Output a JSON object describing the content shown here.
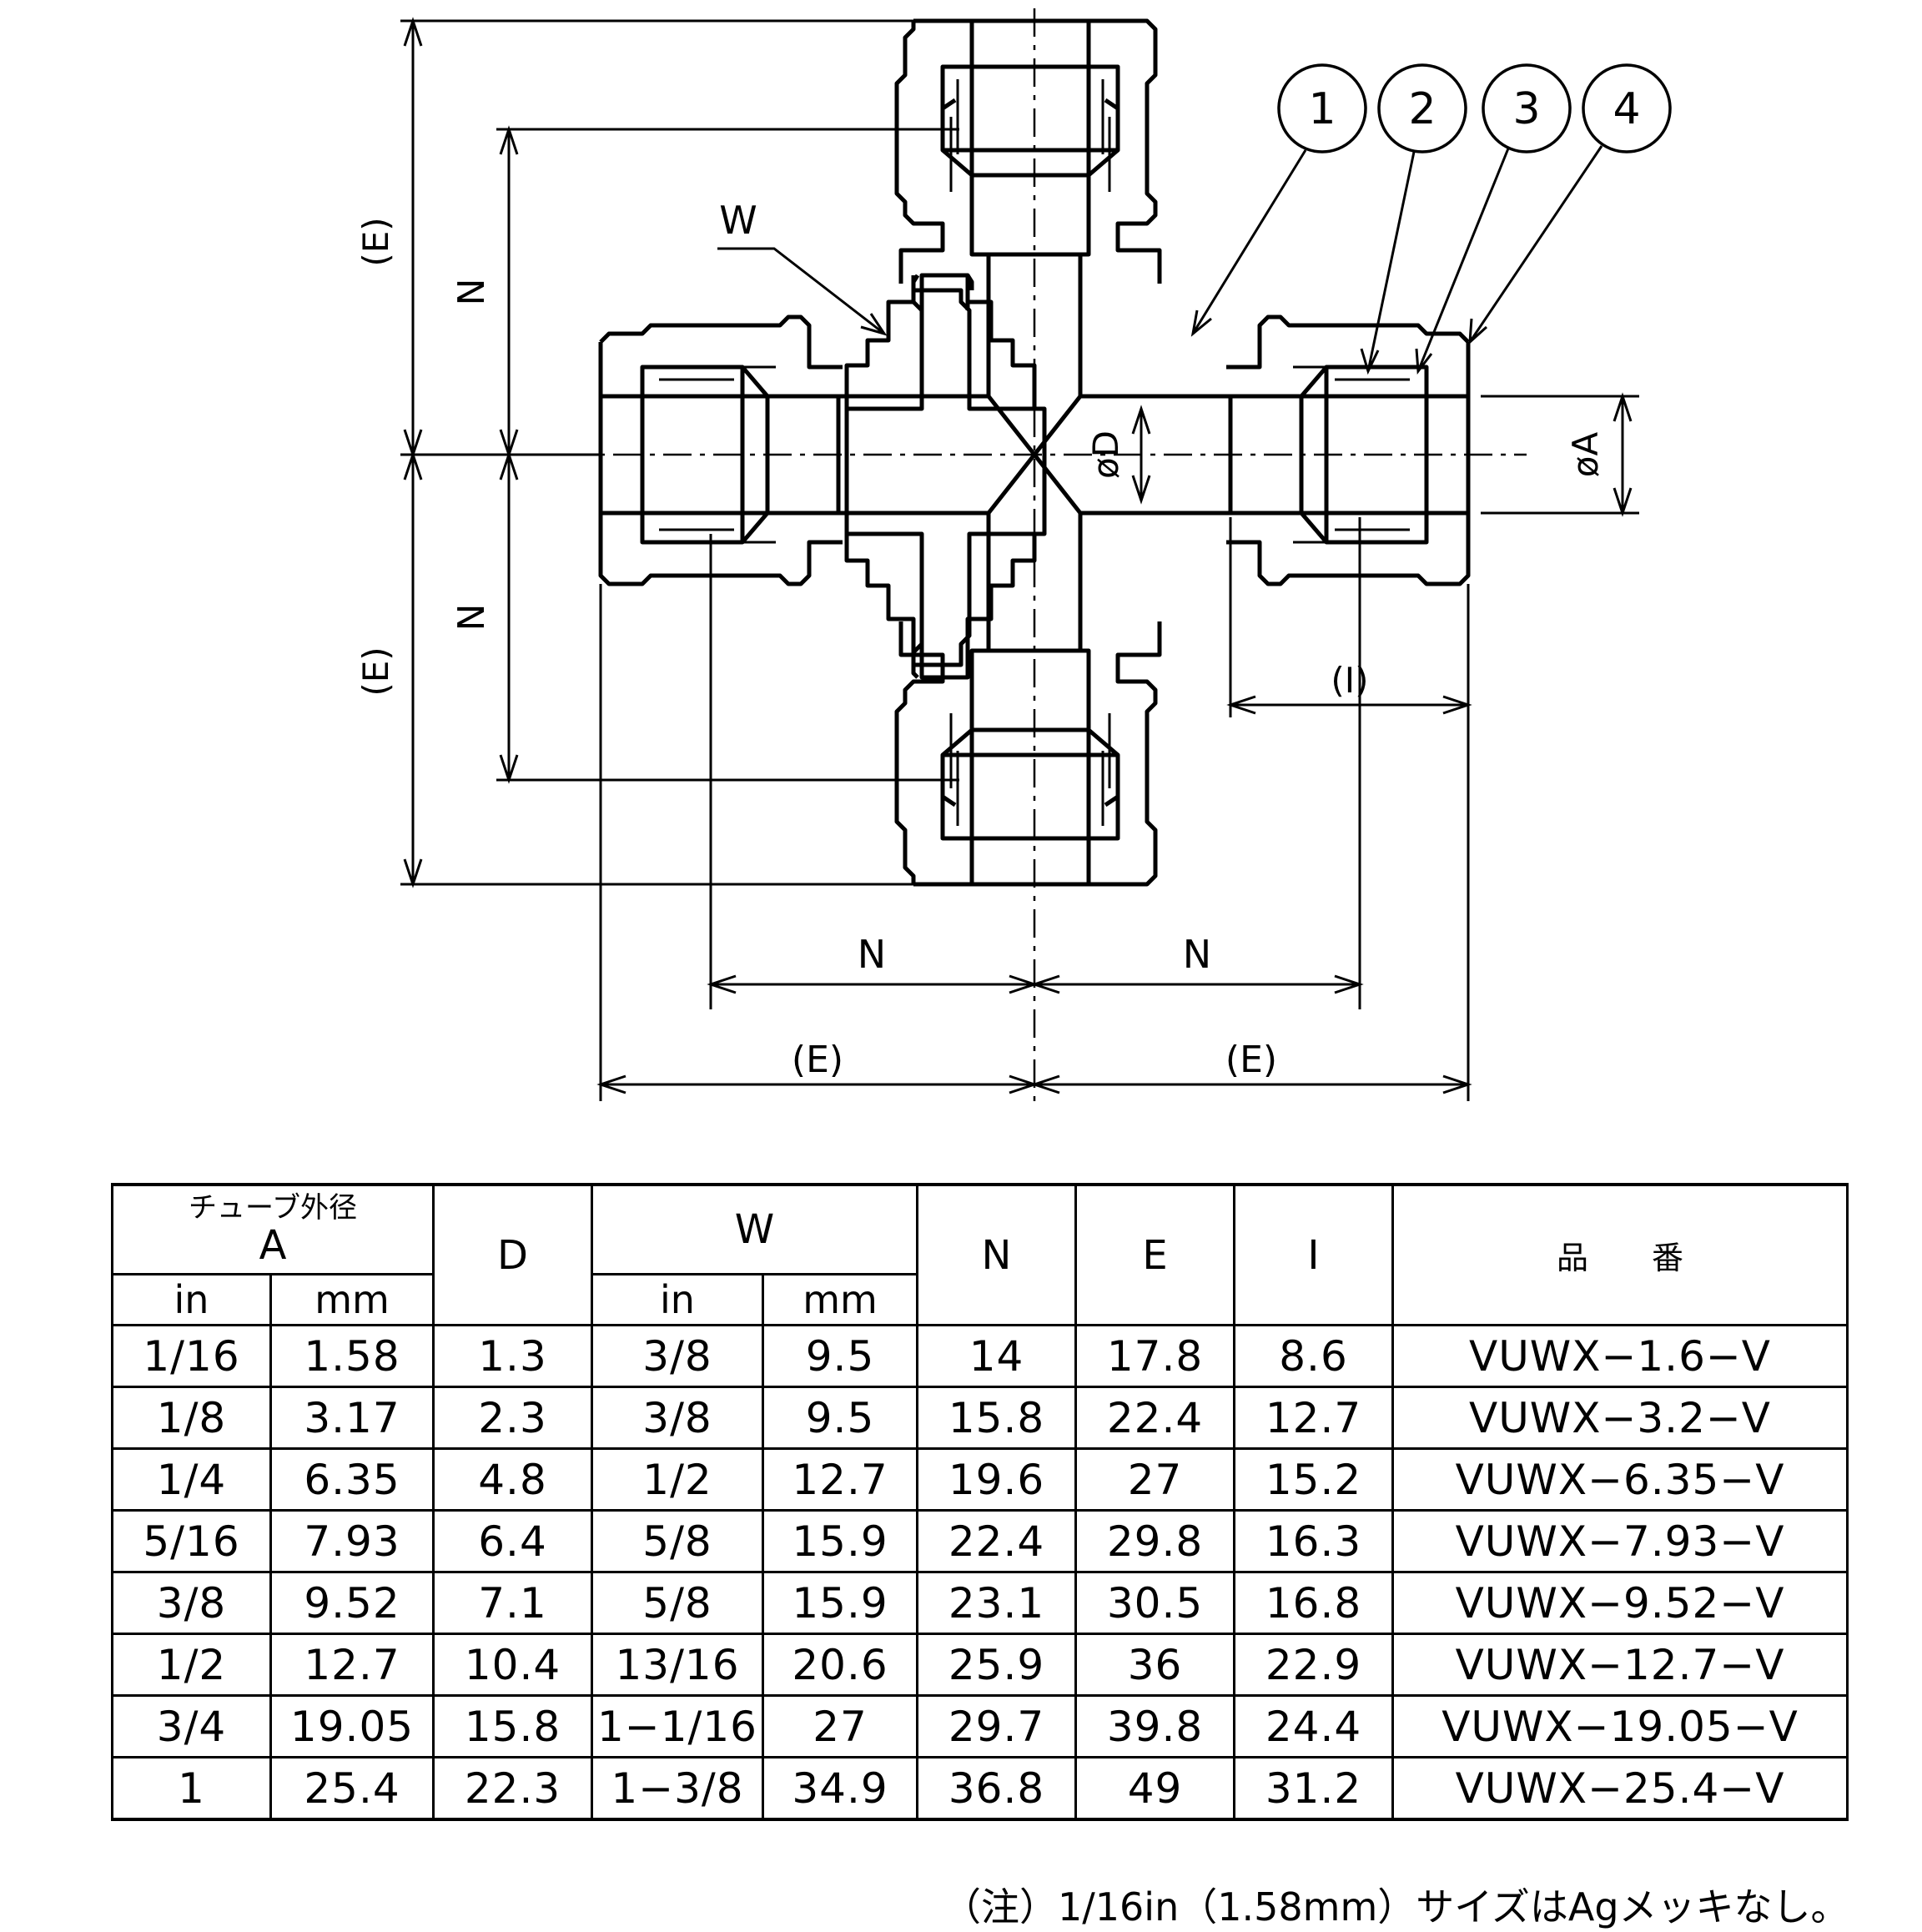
{
  "diagram": {
    "balloons": [
      "1",
      "2",
      "3",
      "4"
    ],
    "dimension_labels": {
      "E": "(E)",
      "N": "N",
      "W": "W",
      "D": "øD",
      "A": "øA",
      "I": "(I)"
    }
  },
  "table": {
    "headers": {
      "tube_od_jp": "チューブ外径",
      "tube_od_letter": "A",
      "in": "in",
      "mm": "mm",
      "D": "D",
      "W": "W",
      "W_in": "in",
      "W_mm": "mm",
      "N": "N",
      "E": "E",
      "I": "I",
      "part_no": "品　　番"
    },
    "rows": [
      {
        "a_in": "1/16",
        "a_mm": "1.58",
        "d": "1.3",
        "w_in": "3/8",
        "w_mm": "9.5",
        "n": "14",
        "e": "17.8",
        "i": "8.6",
        "part": "VUWX−1.6−V"
      },
      {
        "a_in": "1/8",
        "a_mm": "3.17",
        "d": "2.3",
        "w_in": "3/8",
        "w_mm": "9.5",
        "n": "15.8",
        "e": "22.4",
        "i": "12.7",
        "part": "VUWX−3.2−V"
      },
      {
        "a_in": "1/4",
        "a_mm": "6.35",
        "d": "4.8",
        "w_in": "1/2",
        "w_mm": "12.7",
        "n": "19.6",
        "e": "27",
        "i": "15.2",
        "part": "VUWX−6.35−V"
      },
      {
        "a_in": "5/16",
        "a_mm": "7.93",
        "d": "6.4",
        "w_in": "5/8",
        "w_mm": "15.9",
        "n": "22.4",
        "e": "29.8",
        "i": "16.3",
        "part": "VUWX−7.93−V"
      },
      {
        "a_in": "3/8",
        "a_mm": "9.52",
        "d": "7.1",
        "w_in": "5/8",
        "w_mm": "15.9",
        "n": "23.1",
        "e": "30.5",
        "i": "16.8",
        "part": "VUWX−9.52−V"
      },
      {
        "a_in": "1/2",
        "a_mm": "12.7",
        "d": "10.4",
        "w_in": "13/16",
        "w_mm": "20.6",
        "n": "25.9",
        "e": "36",
        "i": "22.9",
        "part": "VUWX−12.7−V"
      },
      {
        "a_in": "3/4",
        "a_mm": "19.05",
        "d": "15.8",
        "w_in": "1−1/16",
        "w_mm": "27",
        "n": "29.7",
        "e": "39.8",
        "i": "24.4",
        "part": "VUWX−19.05−V"
      },
      {
        "a_in": "1",
        "a_mm": "25.4",
        "d": "22.3",
        "w_in": "1−3/8",
        "w_mm": "34.9",
        "n": "36.8",
        "e": "49",
        "i": "31.2",
        "part": "VUWX−25.4−V"
      }
    ]
  },
  "note": "（注）1/16in（1.58mm）サイズはAgメッキなし。"
}
